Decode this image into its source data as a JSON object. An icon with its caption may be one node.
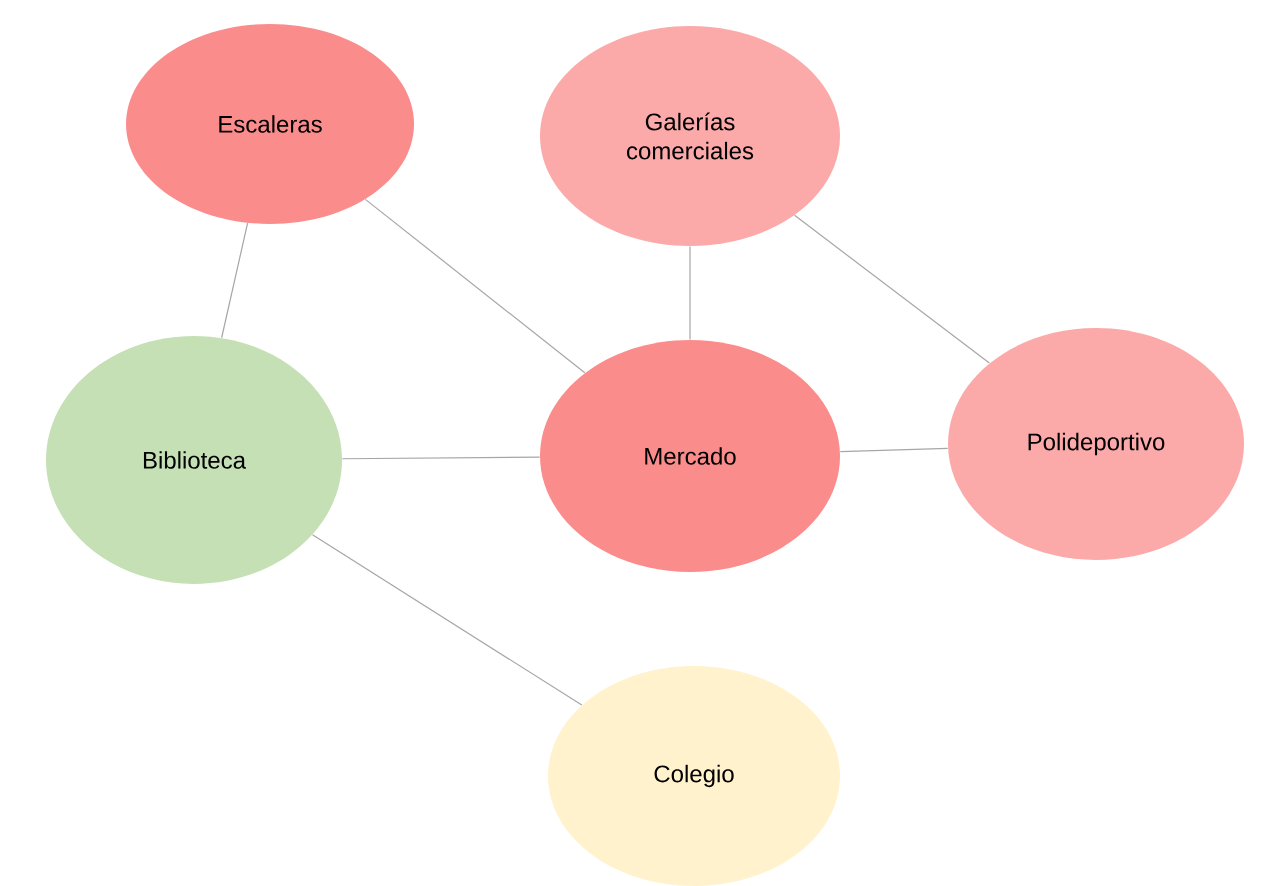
{
  "diagram": {
    "nodes": [
      {
        "text": [
          "Escaleras"
        ]
      },
      {
        "text": [
          "Galerías comerciales"
        ]
      },
      {
        "text": [
          "Biblioteca"
        ]
      },
      {
        "text": [
          "Mercado"
        ]
      },
      {
        "text": [
          "Polideportivo"
        ]
      },
      {
        "text": [
          "Colegio"
        ]
      }
    ],
    "edges": [
      {
        "from": 0,
        "to": 2,
        "arrow": "none"
      },
      {
        "from": 0,
        "to": 3,
        "arrow": "none"
      },
      {
        "from": 1,
        "to": 3,
        "arrow": "none"
      },
      {
        "from": 1,
        "to": 4,
        "arrow": "none"
      },
      {
        "from": 2,
        "to": 3,
        "arrow": "none"
      },
      {
        "from": 3,
        "to": 4,
        "arrow": "none"
      },
      {
        "from": 2,
        "to": 5,
        "arrow": "none"
      }
    ]
  }
}
